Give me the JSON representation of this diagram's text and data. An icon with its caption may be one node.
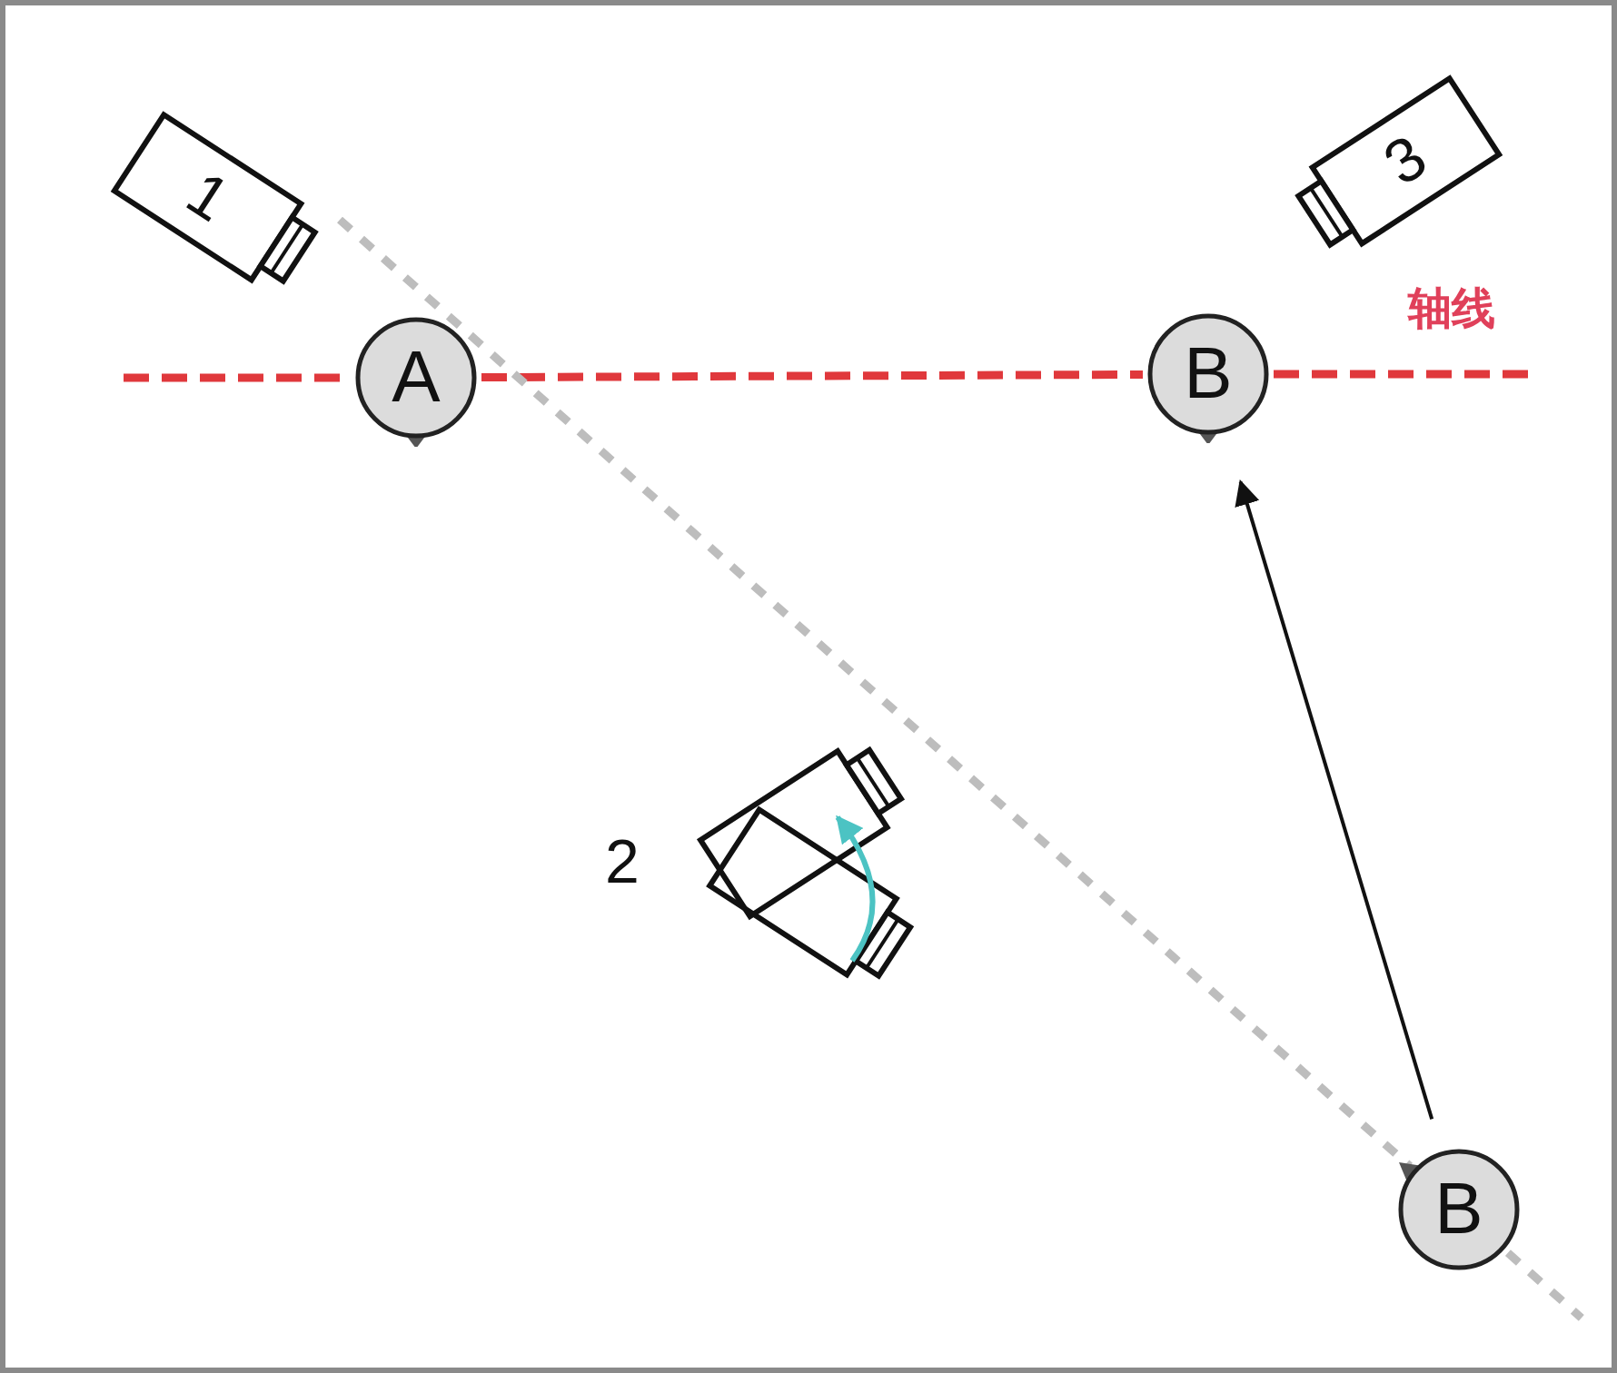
{
  "diagram": {
    "nodes": [
      {
        "text": [
          "1"
        ]
      },
      {
        "text": [
          "3"
        ]
      },
      {
        "text": [
          "A"
        ]
      },
      {
        "text": [
          "B"
        ]
      },
      {
        "text": [],
        "shape": "box",
        "beside": [
          "2"
        ]
      },
      {
        "text": [
          "B"
        ]
      }
    ],
    "edges": [
      {
        "from": 5,
        "to": 3,
        "arrow": "to"
      },
      {
        "from": 2,
        "to": 3,
        "arrow": "none",
        "style": "dashed",
        "color": "#e0383c"
      },
      {
        "from": 0,
        "to": 5,
        "arrow": "none",
        "style": "dashed",
        "color": "#bdbdbd"
      }
    ],
    "labels": [
      "轴线"
    ]
  }
}
